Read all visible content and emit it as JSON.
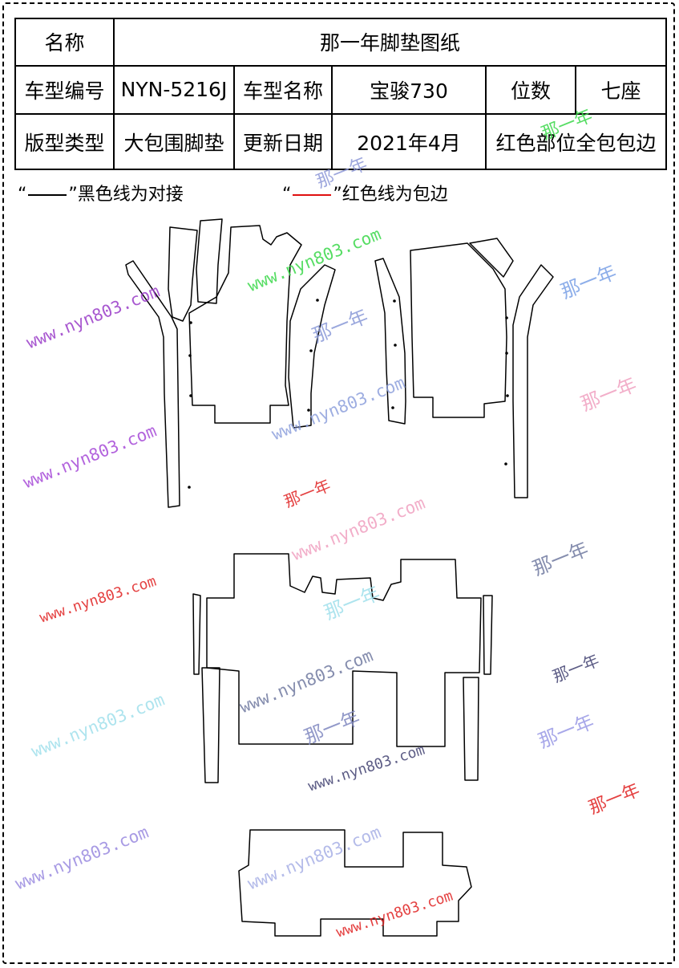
{
  "table": {
    "r1": {
      "name_label": "名称",
      "name_value": "那一年脚垫图纸"
    },
    "r2": {
      "code_label": "车型编号",
      "code_value": "NYN-5216J",
      "model_label": "车型名称",
      "model_value": "宝骏730",
      "seats_label": "位数",
      "seats_value": "七座"
    },
    "r3": {
      "type_label": "版型类型",
      "type_value": "大包围脚垫",
      "date_label": "更新日期",
      "date_value": "2021年4月",
      "edge_note": "红色部位全包包边"
    }
  },
  "legend": {
    "black_open": "“",
    "black_text": "”黑色线为对接",
    "red_open": "“",
    "red_text": "”红色线为包边"
  },
  "watermarks": {
    "url": "www.nyn803.com",
    "brand": "那一年"
  },
  "colors": {
    "border": "#000000",
    "pattern_outline": "#000000",
    "binding_red": "#e01010"
  }
}
